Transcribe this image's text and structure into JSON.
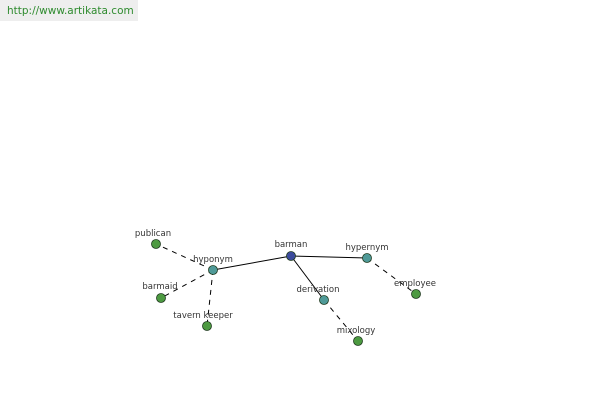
{
  "banner": {
    "url_text": "http://www.artikata.com"
  },
  "graph": {
    "nodes": [
      {
        "id": "barman",
        "label": "barman",
        "kind": "root"
      },
      {
        "id": "hyponym",
        "label": "hyponym",
        "kind": "relation"
      },
      {
        "id": "hypernym",
        "label": "hypernym",
        "kind": "relation"
      },
      {
        "id": "derivation",
        "label": "derivation",
        "kind": "relation"
      },
      {
        "id": "publican",
        "label": "publican",
        "kind": "word"
      },
      {
        "id": "barmaid",
        "label": "barmaid",
        "kind": "word"
      },
      {
        "id": "tavern-keeper",
        "label": "tavern keeper",
        "kind": "word"
      },
      {
        "id": "employee",
        "label": "employee",
        "kind": "word"
      },
      {
        "id": "mixology",
        "label": "mixology",
        "kind": "word"
      }
    ],
    "edges": [
      {
        "from": "barman",
        "to": "hyponym",
        "style": "solid"
      },
      {
        "from": "barman",
        "to": "hypernym",
        "style": "solid"
      },
      {
        "from": "barman",
        "to": "derivation",
        "style": "solid"
      },
      {
        "from": "hyponym",
        "to": "publican",
        "style": "dashed"
      },
      {
        "from": "hyponym",
        "to": "barmaid",
        "style": "dashed"
      },
      {
        "from": "hyponym",
        "to": "tavern-keeper",
        "style": "dashed"
      },
      {
        "from": "hypernym",
        "to": "employee",
        "style": "dashed"
      },
      {
        "from": "derivation",
        "to": "mixology",
        "style": "dashed"
      }
    ],
    "colors": {
      "root": "#3b4a9c",
      "relation": "#4f9a98",
      "word": "#4d9a41",
      "edge": "#000000",
      "label": "#333333"
    }
  }
}
